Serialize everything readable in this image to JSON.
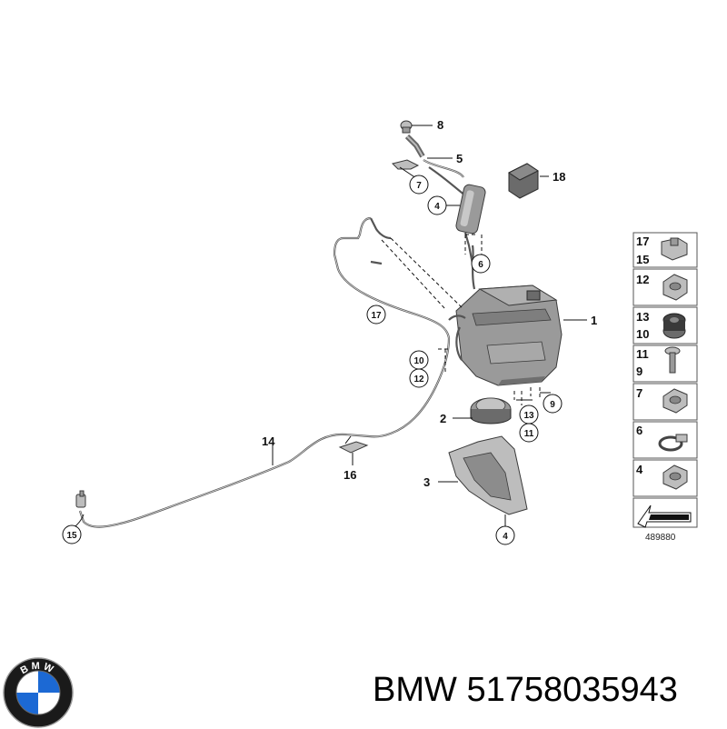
{
  "callouts": {
    "c1": "1",
    "c2": "2",
    "c3": "3",
    "c4a": "4",
    "c4b": "4",
    "c5": "5",
    "c6": "6",
    "c7": "7",
    "c8": "8",
    "c9": "9",
    "c10": "10",
    "c11": "11",
    "c12": "12",
    "c13": "13",
    "c14": "14",
    "c15": "15",
    "c16": "16",
    "c17": "17",
    "c18": "18"
  },
  "panel": {
    "rows": [
      {
        "top": "17",
        "bottom": "15"
      },
      {
        "top": "12",
        "bottom": ""
      },
      {
        "top": "13",
        "bottom": "10"
      },
      {
        "top": "11",
        "bottom": "9"
      },
      {
        "top": "7",
        "bottom": ""
      },
      {
        "top": "6",
        "bottom": ""
      },
      {
        "top": "4",
        "bottom": ""
      }
    ],
    "reference_number": "489880"
  },
  "caption": {
    "brand": "BMW",
    "part_number": "51758035943"
  },
  "logo": {
    "text": "BMW",
    "colors": {
      "blue": "#1c69d4",
      "white": "#ffffff",
      "ring": "#1a1a1a"
    }
  }
}
